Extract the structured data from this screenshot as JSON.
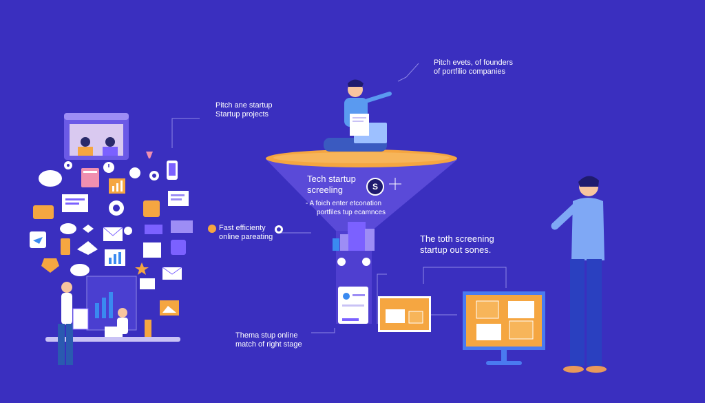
{
  "colors": {
    "background": "#3a2fbf",
    "funnel": "#5a4ad8",
    "funnel_rim": "#f5a641",
    "screen_orange": "#f5a641",
    "accent_purple": "#7b61ff"
  },
  "labels": {
    "pitch_events_line1": "Pitch evets, of founders",
    "pitch_events_line2": "of portfilio companies",
    "pitch_startup_line1": "Pitch ane startup",
    "pitch_startup_line2": "Startup projects",
    "funnel_title_line1": "Tech startup",
    "funnel_title_line2": "screeling",
    "funnel_badge": "S",
    "funnel_sub_line1": "- A foich enter etconation",
    "funnel_sub_line2": "portfiles tup ecamnces",
    "fast_efficiency_line1": "Fast efficienty",
    "fast_efficiency_line2": "online pareating",
    "screening_line1": "The toth screening",
    "screening_line2": "startup out sones.",
    "thema_line1": "Thema stup online",
    "thema_line2": "match of right stage"
  },
  "icon_cloud": [
    "video-call-icon",
    "chat-bubble-icon",
    "cloud-icon",
    "document-icon",
    "clock-icon",
    "location-pin-icon",
    "phone-icon",
    "chart-icon",
    "gear-icon",
    "lightbulb-icon",
    "twitter-icon",
    "mail-icon",
    "star-icon",
    "briefcase-icon",
    "cloud-icon",
    "rocket-icon",
    "image-icon",
    "code-icon",
    "trophy-icon",
    "envelope-icon"
  ]
}
